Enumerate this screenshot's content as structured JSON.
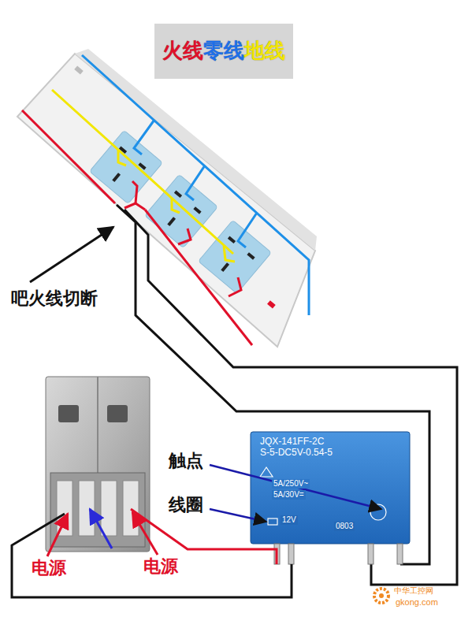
{
  "diagram": {
    "nodes": [
      {
        "text": [
          "火线",
          "零线",
          "地线"
        ]
      },
      {
        "text": [
          "JQX-141FF-2C",
          "S-5-DC5V-0.54-5"
        ]
      }
    ],
    "labels": [
      "吧火线切断",
      "电源",
      "电源",
      "触点",
      "线圈",
      "5A/250V~",
      "5A/30V=",
      "12V",
      "0803",
      "中华工控网",
      "gkong.com"
    ]
  }
}
